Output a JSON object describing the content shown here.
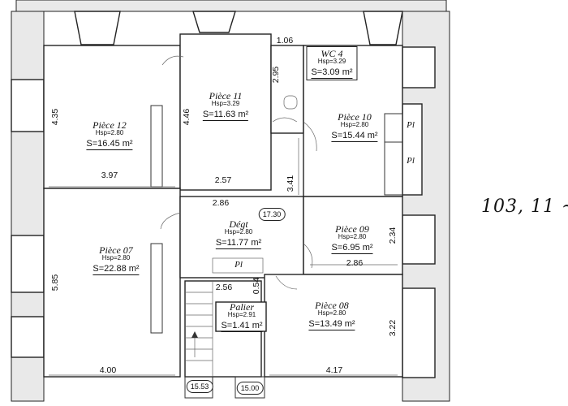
{
  "handwritten_total": "103, 11 ~",
  "rooms": {
    "piece12": {
      "name": "Pièce 12",
      "hsp": "Hsp=2.80",
      "surface": "S=16.45 m²"
    },
    "piece11": {
      "name": "Pièce 11",
      "hsp": "Hsp=3.29",
      "surface": "S=11.63 m²"
    },
    "wc4": {
      "name": "WC 4",
      "hsp": "Hsp=3.29",
      "surface": "S=3.09 m²"
    },
    "piece10": {
      "name": "Pièce 10",
      "hsp": "Hsp=2.80",
      "surface": "S=15.44 m²"
    },
    "piece07": {
      "name": "Pièce 07",
      "hsp": "Hsp=2.80",
      "surface": "S=22.88 m²"
    },
    "degt": {
      "name": "Dégt",
      "hsp": "Hsp=2.80",
      "surface": "S=11.77 m²"
    },
    "piece09": {
      "name": "Pièce 09",
      "hsp": "Hsp=2.80",
      "surface": "S=6.95 m²"
    },
    "piece08": {
      "name": "Pièce 08",
      "hsp": "Hsp=2.80",
      "surface": "S=13.49 m²"
    },
    "palier": {
      "name": "Palier",
      "hsp": "Hsp=2.91",
      "surface": "S=1.41 m²"
    }
  },
  "dimensions": {
    "d435": "4.35",
    "d397": "3.97",
    "d446": "4.46",
    "d295": "2.95",
    "d106": "1.06",
    "d341": "3.41",
    "d257": "2.57",
    "d286a": "2.86",
    "d585": "5.85",
    "d400": "4.00",
    "d234": "2.34",
    "d286b": "2.86",
    "d256": "2.56",
    "d054": "0.54",
    "d322": "3.22",
    "d417": "4.17"
  },
  "levels": {
    "l1730": "17.30",
    "l1553": "15.53",
    "l1500": "15.00"
  },
  "pi_labels": {
    "pi1": "Pl",
    "pi2": "Pl",
    "pi3": "Pl"
  }
}
